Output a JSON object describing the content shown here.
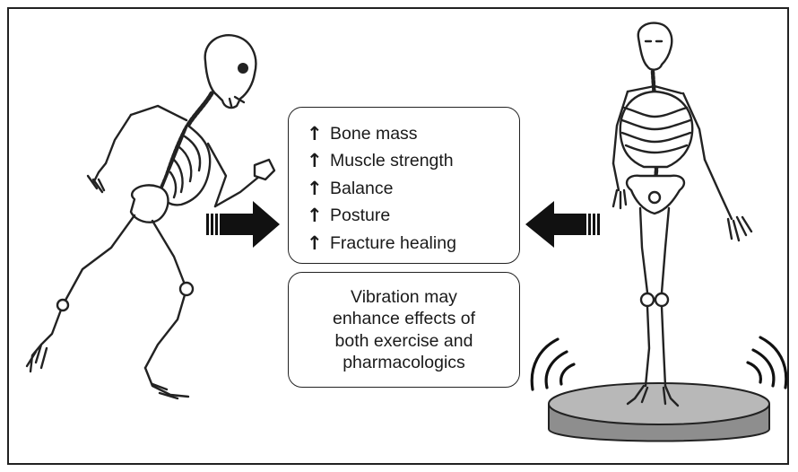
{
  "benefits_box": {
    "items": [
      {
        "arrow": "↑",
        "label": "Bone mass"
      },
      {
        "arrow": "↑",
        "label": "Muscle strength"
      },
      {
        "arrow": "↑",
        "label": "Balance"
      },
      {
        "arrow": "↑",
        "label": "Posture"
      },
      {
        "arrow": "↑",
        "label": "Fracture healing"
      }
    ]
  },
  "note_box": {
    "text": "Vibration may\nenhance effects of\nboth exercise and\npharmacologics"
  },
  "figures": {
    "left": "running-skeleton-icon",
    "right": "standing-skeleton-on-vibration-platform-icon"
  },
  "colors": {
    "line": "#222222",
    "platform_fill": "#b8b8b8",
    "platform_side": "#8e8e8e"
  }
}
